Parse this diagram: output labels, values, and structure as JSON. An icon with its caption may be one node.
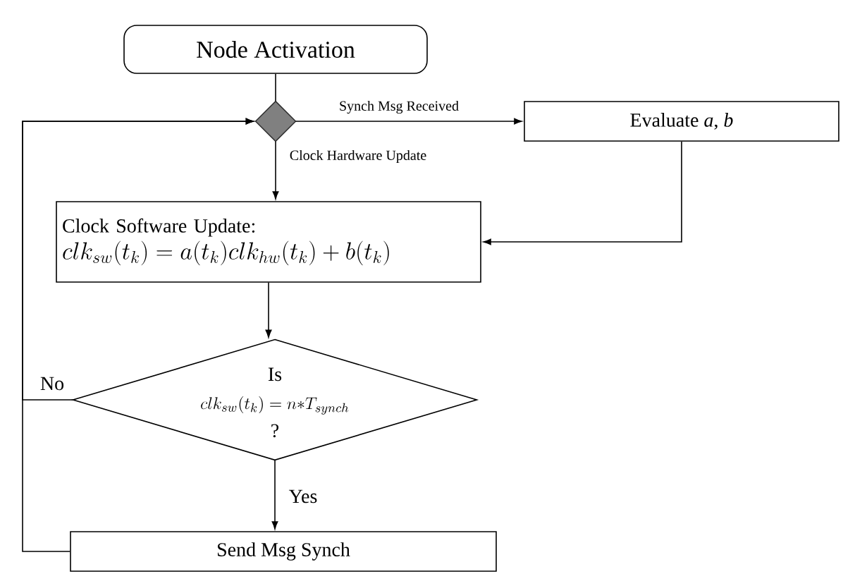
{
  "diagram": {
    "nodes": [
      {
        "text": [
          "Node Activation"
        ]
      },
      {
        "text": [],
        "shape": "diamond"
      },
      {
        "text": [
          "Evaluate *a*, *b*"
        ]
      },
      {
        "text": [
          "Clock Software Update:",
          "clk_{sw}(t_k) = a(t_k)clk_{hw}(t_k) + b(t_k)"
        ]
      },
      {
        "text": [
          "Is",
          "clk_{sw}(t_k) = n{\\ast}T_{synch}",
          "?"
        ]
      },
      {
        "text": [
          "Send Msg Synch"
        ]
      }
    ],
    "edges": [
      {
        "from": 0,
        "to": 1,
        "arrow": "none"
      },
      {
        "from": 1,
        "to": 2,
        "arrow": "to",
        "label": "Synch Msg Received"
      },
      {
        "from": 1,
        "to": 3,
        "arrow": "to",
        "label": "Clock Hardware Update"
      },
      {
        "from": 2,
        "to": 3,
        "arrow": "to"
      },
      {
        "from": 3,
        "to": 4,
        "arrow": "to"
      },
      {
        "from": 4,
        "to": 5,
        "arrow": "to",
        "label": "Yes"
      },
      {
        "from": 4,
        "to": 1,
        "arrow": "to",
        "label": "No"
      },
      {
        "from": 5,
        "to": 1,
        "arrow": "to"
      }
    ]
  }
}
